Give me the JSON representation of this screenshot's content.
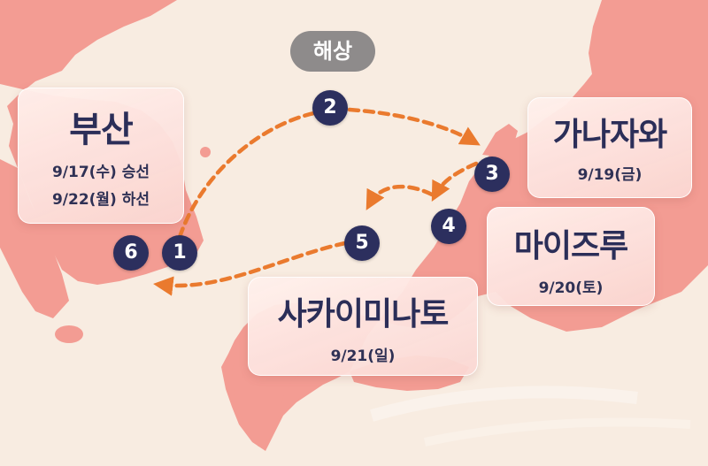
{
  "sea_tag": "해상",
  "stops": {
    "busan": {
      "name": "부산",
      "board": "9/17(수) 승선",
      "disembark": "9/22(월) 하선"
    },
    "kanazawa": {
      "name": "가나자와",
      "date": "9/19(금)"
    },
    "maizuru": {
      "name": "마이즈루",
      "date": "9/20(토)"
    },
    "sakaiminato": {
      "name": "사카이미나토",
      "date": "9/21(일)"
    }
  },
  "pins": [
    "1",
    "2",
    "3",
    "4",
    "5",
    "6"
  ],
  "colors": {
    "background": "#f8ece1",
    "land": "#f39c93",
    "route": "#ea7a2e",
    "pin": "#2c2f5e",
    "sea_tag": "#8e8b8b",
    "title_text": "#2b2e58"
  }
}
